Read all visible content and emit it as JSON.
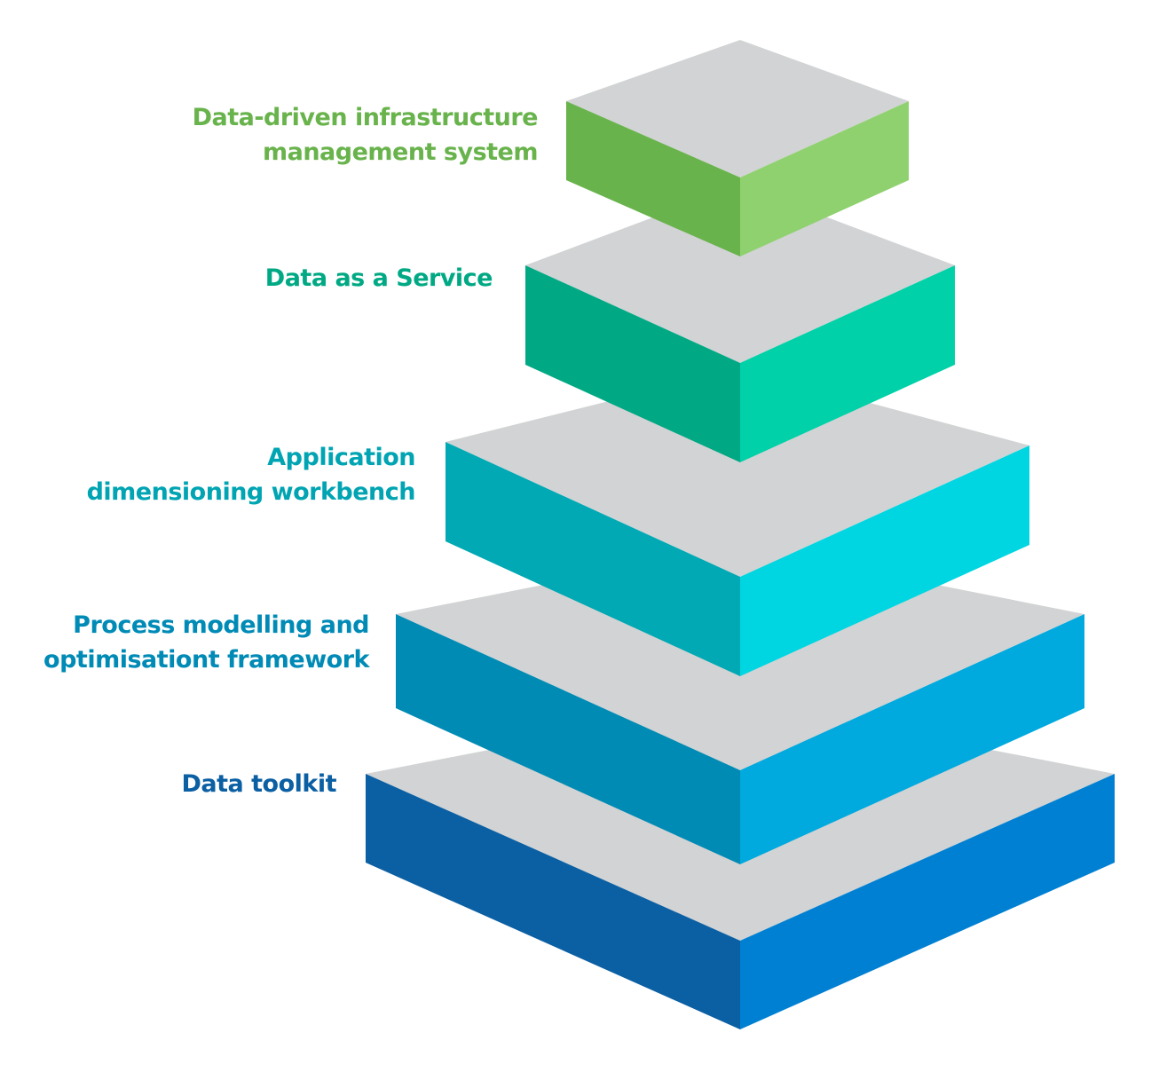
{
  "colors": {
    "top_face": "#d1d3d4"
  },
  "tiers": [
    {
      "lines": [
        "Data-driven infrastructure",
        "management system"
      ],
      "label_color": "#69b34c",
      "left_face": "#69b34c",
      "right_face": "#8fd16f"
    },
    {
      "lines": [
        "Data as a Service"
      ],
      "label_color": "#00a984",
      "left_face": "#00a984",
      "right_face": "#00d1a8"
    },
    {
      "lines": [
        "Application",
        "dimensioning workbench"
      ],
      "label_color": "#00a4b2",
      "left_face": "#00a9b4",
      "right_face": "#00d6e1"
    },
    {
      "lines": [
        "Process modelling and",
        "optimisationt framework"
      ],
      "label_color": "#008ab6",
      "left_face": "#008bb5",
      "right_face": "#00a9de"
    },
    {
      "lines": [
        "Data toolkit"
      ],
      "label_color": "#0b5fa3",
      "left_face": "#0b5fa3",
      "right_face": "#0080d2"
    }
  ]
}
